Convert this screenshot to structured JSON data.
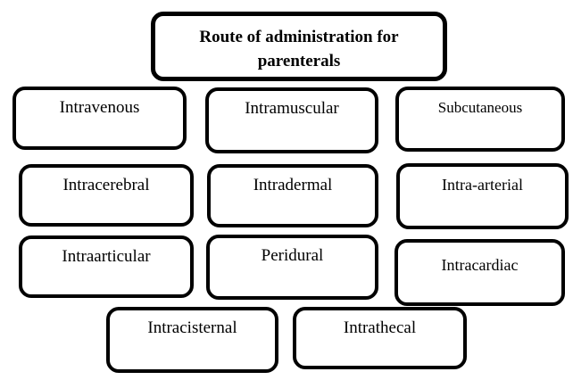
{
  "title": "Route of administration for parenterals",
  "nodes": [
    {
      "label": "Intravenous"
    },
    {
      "label": "Intramuscular"
    },
    {
      "label": "Subcutaneous"
    },
    {
      "label": "Intracerebral"
    },
    {
      "label": "Intradermal"
    },
    {
      "label": "Intra-arterial"
    },
    {
      "label": "Intraarticular"
    },
    {
      "label": "Peridural"
    },
    {
      "label": "Intracardiac"
    },
    {
      "label": "Intracisternal"
    },
    {
      "label": "Intrathecal"
    }
  ],
  "colors": {
    "background": "#ffffff",
    "fill": "#ffffff",
    "border": "#000000",
    "text": "#000000"
  }
}
